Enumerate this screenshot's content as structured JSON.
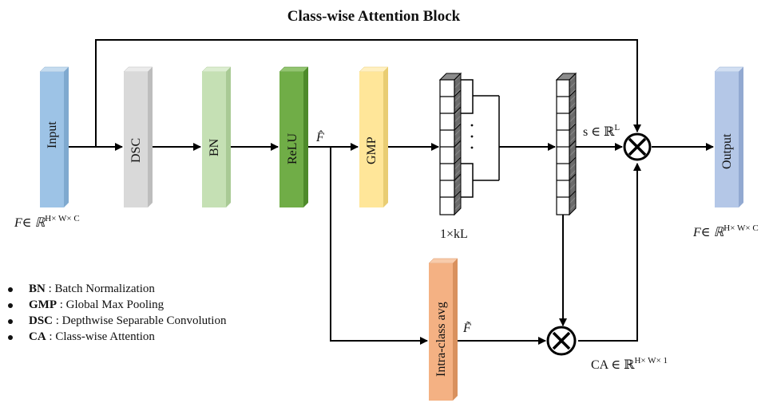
{
  "title": "Class-wise Attention Block",
  "blocks": {
    "input": {
      "label": "Input",
      "face": "#9dc3e6",
      "side": "#7fa9cf",
      "top": "#c6dcef"
    },
    "dsc": {
      "label": "DSC",
      "face": "#d9d9d9",
      "side": "#bdbdbd",
      "top": "#ebebeb"
    },
    "bn": {
      "label": "BN",
      "face": "#c5e0b4",
      "side": "#a9ca95",
      "top": "#dcedd1"
    },
    "relu": {
      "label": "ReLU",
      "face": "#70ad47",
      "side": "#4e8a2a",
      "top": "#93c571"
    },
    "gmp": {
      "label": "GMP",
      "face": "#ffe699",
      "side": "#e9cd73",
      "top": "#fff0c2"
    },
    "output": {
      "label": "Output",
      "face": "#b4c7e7",
      "side": "#92a9d1",
      "top": "#d2dff2"
    },
    "intra": {
      "label": "Intra-class avg",
      "face": "#f4b183",
      "side": "#d9915e",
      "top": "#f8cbab"
    }
  },
  "labels": {
    "input_dim_base": "F∈ ℝ",
    "input_dim_sup": "H× W× C",
    "output_dim_base": "F∈ ℝ",
    "output_dim_sup": "H× W× C",
    "f_hat": "F̂",
    "f_tilde": "F̃",
    "vector_dim": "1×kL",
    "s_base": "s ∈ ℝ",
    "s_sup": "L",
    "ca_base": "CA ∈ ℝ",
    "ca_sup": "H× W× 1",
    "dots": "·"
  },
  "legend": [
    {
      "abbr": "BN",
      "desc": " : Batch Normalization"
    },
    {
      "abbr": "GMP",
      "desc": " : Global Max Pooling"
    },
    {
      "abbr": "DSC",
      "desc": " : Depthwise Separable Convolution"
    },
    {
      "abbr": "CA",
      "desc": " : Class-wise Attention"
    }
  ]
}
